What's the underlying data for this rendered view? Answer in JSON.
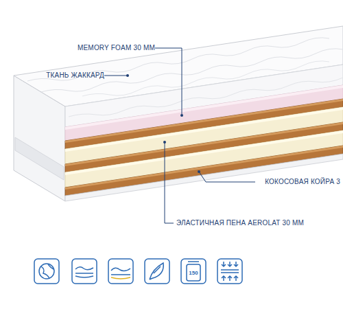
{
  "diagram": {
    "labels": [
      "MEMORY FOAM 30 MM",
      "ТКАНЬ ЖАККАРД",
      "КОКОСОВАЯ КОЙРА 3",
      "ЭЛАСТИЧНАЯ ПЕНА AEROLAT 30 ММ",
      "150"
    ]
  }
}
